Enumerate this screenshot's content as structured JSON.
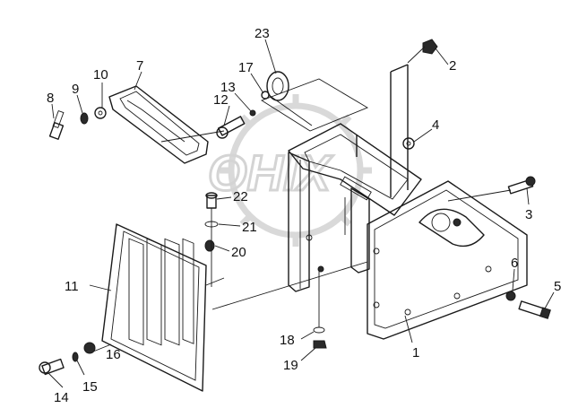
{
  "watermark": {
    "text": "OHIX"
  },
  "callouts": [
    {
      "id": "1",
      "label": "1"
    },
    {
      "id": "2",
      "label": "2"
    },
    {
      "id": "3",
      "label": "3"
    },
    {
      "id": "4",
      "label": "4"
    },
    {
      "id": "5",
      "label": "5"
    },
    {
      "id": "6",
      "label": "6"
    },
    {
      "id": "7",
      "label": "7"
    },
    {
      "id": "8",
      "label": "8"
    },
    {
      "id": "9",
      "label": "9"
    },
    {
      "id": "10",
      "label": "10"
    },
    {
      "id": "11",
      "label": "11"
    },
    {
      "id": "12",
      "label": "12"
    },
    {
      "id": "13",
      "label": "13"
    },
    {
      "id": "14",
      "label": "14"
    },
    {
      "id": "15",
      "label": "15"
    },
    {
      "id": "16",
      "label": "16"
    },
    {
      "id": "17",
      "label": "17"
    },
    {
      "id": "18",
      "label": "18"
    },
    {
      "id": "19",
      "label": "19"
    },
    {
      "id": "20",
      "label": "20"
    },
    {
      "id": "21",
      "label": "21"
    },
    {
      "id": "22",
      "label": "22"
    },
    {
      "id": "23",
      "label": "23"
    }
  ]
}
